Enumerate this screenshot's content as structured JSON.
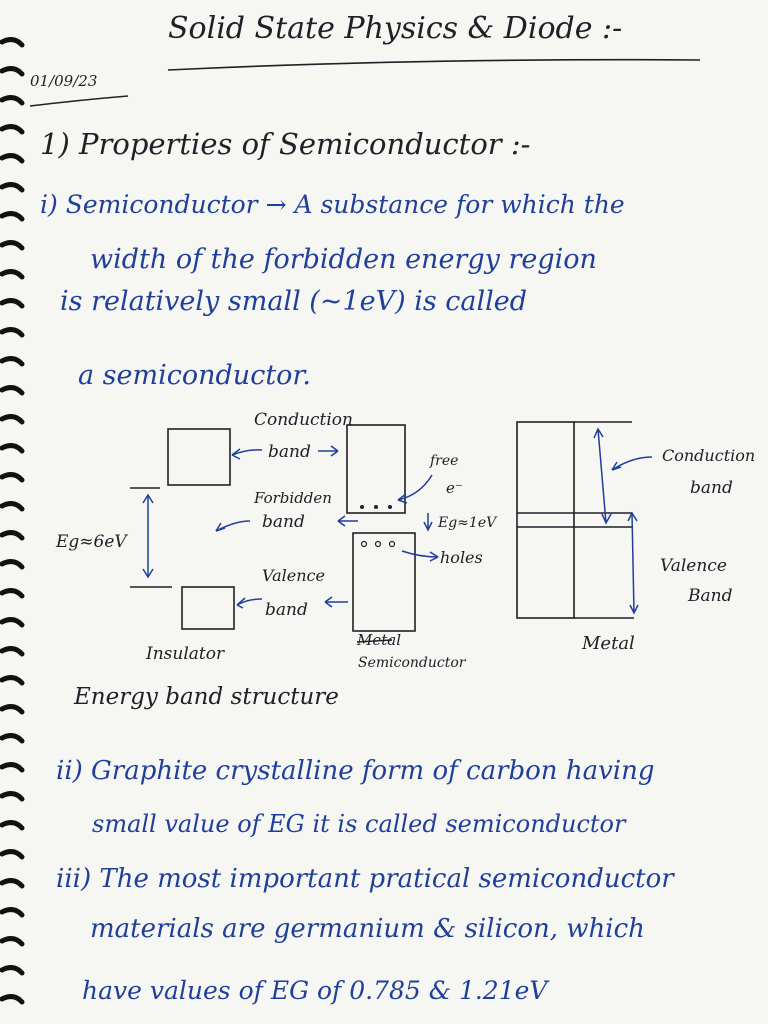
{
  "title": "Solid State Physics & Diode :-",
  "date": "01/09/23",
  "section_heading": "1) Properties of Semiconductor :-",
  "point_1": {
    "line1": "i) Semiconductor → A substance for which the",
    "line2": "width of the forbidden energy region",
    "line3": "is relatively small (~1eV) is called",
    "line4": "a semiconductor."
  },
  "diagram": {
    "conduction_band": "Conduction",
    "band_word": "band",
    "forbidden_band_line1": "Forbidden",
    "forbidden_band_line2": "band",
    "valence_band_line1": "Valence",
    "valence_band_line2": "band",
    "insulator_gap": "Eg≈6eV",
    "free_electron_line1": "free",
    "free_electron_line2": "e⁻",
    "semiconductor_gap": "Eg≈1eV",
    "holes": "holes",
    "metal_conduction_line1": "Conduction",
    "metal_conduction_line2": "band",
    "metal_valence_line1": "Valence",
    "metal_valence_line2": "Band",
    "label_insulator": "Insulator",
    "label_struck": "Metal",
    "label_semiconductor": "Semiconductor",
    "label_metal": "Metal",
    "caption": "Energy band structure"
  },
  "point_2": {
    "line1": "ii) Graphite crystalline form of carbon having",
    "line2": "small value of EG it is called semiconductor"
  },
  "point_3": {
    "line1": "iii) The most important pratical semiconductor",
    "line2": "materials are germanium & silicon, which",
    "line3": "have values of EG of 0.785 & 1.21eV"
  },
  "colors": {
    "black_ink": "#202028",
    "blue_ink": "#1f3f9a",
    "paper": "#f6f6f3"
  }
}
